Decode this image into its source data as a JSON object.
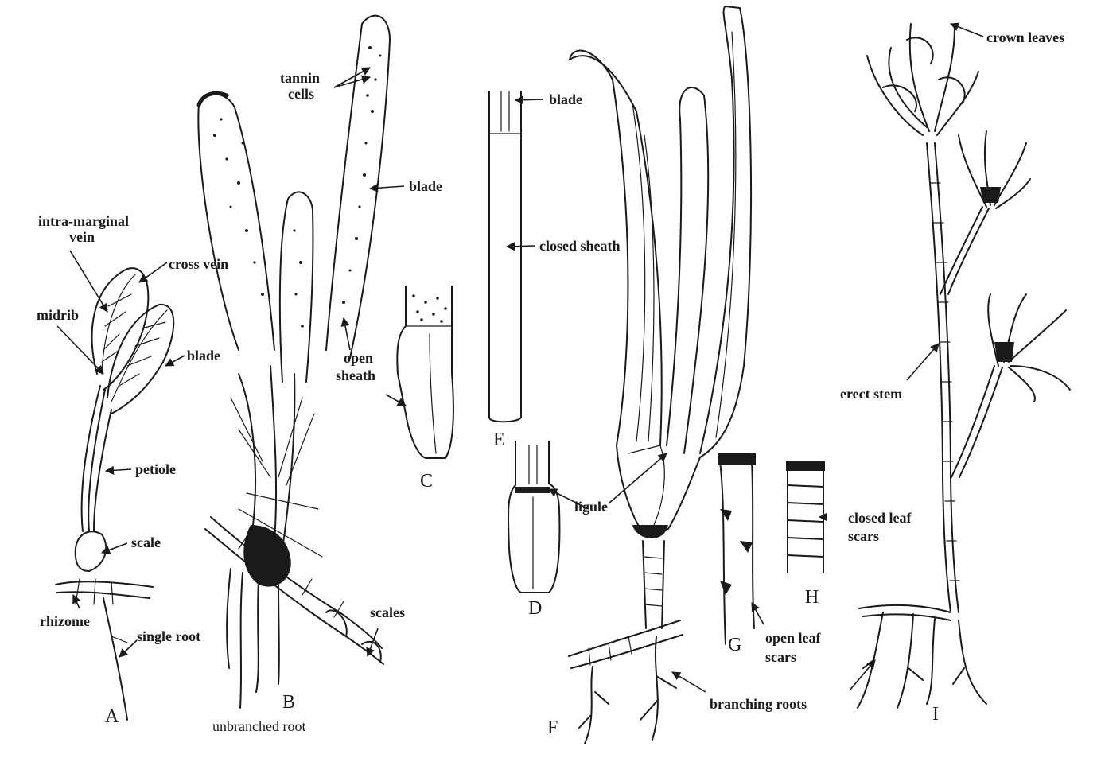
{
  "labels": {
    "intra_marginal_vein_1": "intra-marginal",
    "intra_marginal_vein_2": "vein",
    "cross_vein": "cross vein",
    "midrib": "midrib",
    "blade_a": "blade",
    "petiole": "petiole",
    "scale": "scale",
    "rhizome": "rhizome",
    "single_root": "single root",
    "tannin_cells_1": "tannin",
    "tannin_cells_2": "cells",
    "blade_b": "blade",
    "open_sheath_1": "open",
    "open_sheath_2": "sheath",
    "scales": "scales",
    "unbranched_root": "unbranched root",
    "blade_e": "blade",
    "closed_sheath": "closed sheath",
    "ligule": "ligule",
    "closed_leaf_scars_1": "closed leaf",
    "closed_leaf_scars_2": "scars",
    "open_leaf_scars_1": "open leaf",
    "open_leaf_scars_2": "scars",
    "branching_roots": "branching roots",
    "crown_leaves": "crown leaves",
    "erect_stem": "erect stem"
  },
  "panel_letters": {
    "a": "A",
    "b": "B",
    "c": "C",
    "d": "D",
    "e": "E",
    "f": "F",
    "g": "G",
    "h": "H",
    "i": "I"
  },
  "colors": {
    "ink": "#1a1a1a",
    "paper": "#ffffff"
  }
}
